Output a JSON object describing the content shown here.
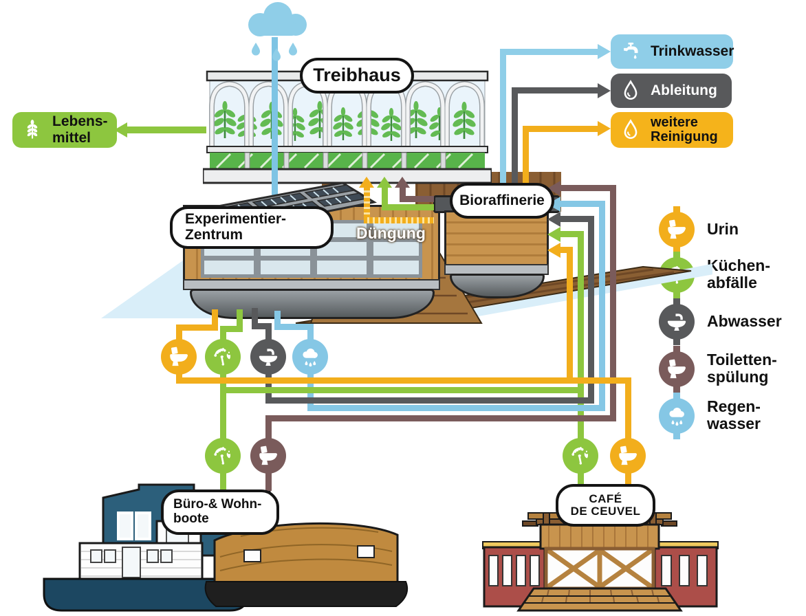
{
  "labels": {
    "treibhaus": "Treibhaus",
    "experimentier_zentrum": "Experimentier-\nZentrum",
    "bioraffinerie": "Bioraffinerie",
    "duengung": "Düngung",
    "lebensmittel": "Lebens-\nmittel",
    "trinkwasser": "Trinkwasser",
    "ableitung": "Ableitung",
    "weitere_reinigung": "weitere\nReinigung",
    "buero_wohnboote": "Büro-& Wohn-\nboote",
    "cafe_de_ceuvel": "CAFÉ\nDE CEUVEL"
  },
  "legend": {
    "items": [
      {
        "id": "urin",
        "label": "Urin",
        "color": "#F2AE1C",
        "icon": "toilet-icon"
      },
      {
        "id": "kuechenabfaelle",
        "label": "Küchen-\nabfälle",
        "color": "#8DC63F",
        "icon": "kitchen-waste-icon"
      },
      {
        "id": "abwasser",
        "label": "Abwasser",
        "color": "#58595B",
        "icon": "sink-icon"
      },
      {
        "id": "toilettenspuelung",
        "label": "Toiletten-\nspülung",
        "color": "#7A5B5B",
        "icon": "toilet-icon"
      },
      {
        "id": "regenwasser",
        "label": "Regen-\nwasser",
        "color": "#85C7E5",
        "icon": "rain-cloud-icon"
      }
    ]
  },
  "colors": {
    "urine_yellow": "#F2AE1C",
    "kitchen_green": "#8DC63F",
    "sewage_gray": "#58595B",
    "toilet_brown": "#7A5B5B",
    "rain_blue": "#85C7E5",
    "trinkwasser_pill": "#8FCEE8",
    "ableitung_pill": "#58595B",
    "reinigung_pill": "#F5B31B",
    "lebensmittel_pill": "#8DC63F",
    "water": "#D9EEF9",
    "wood": "#C8944E",
    "brick": "#AC4E49"
  }
}
